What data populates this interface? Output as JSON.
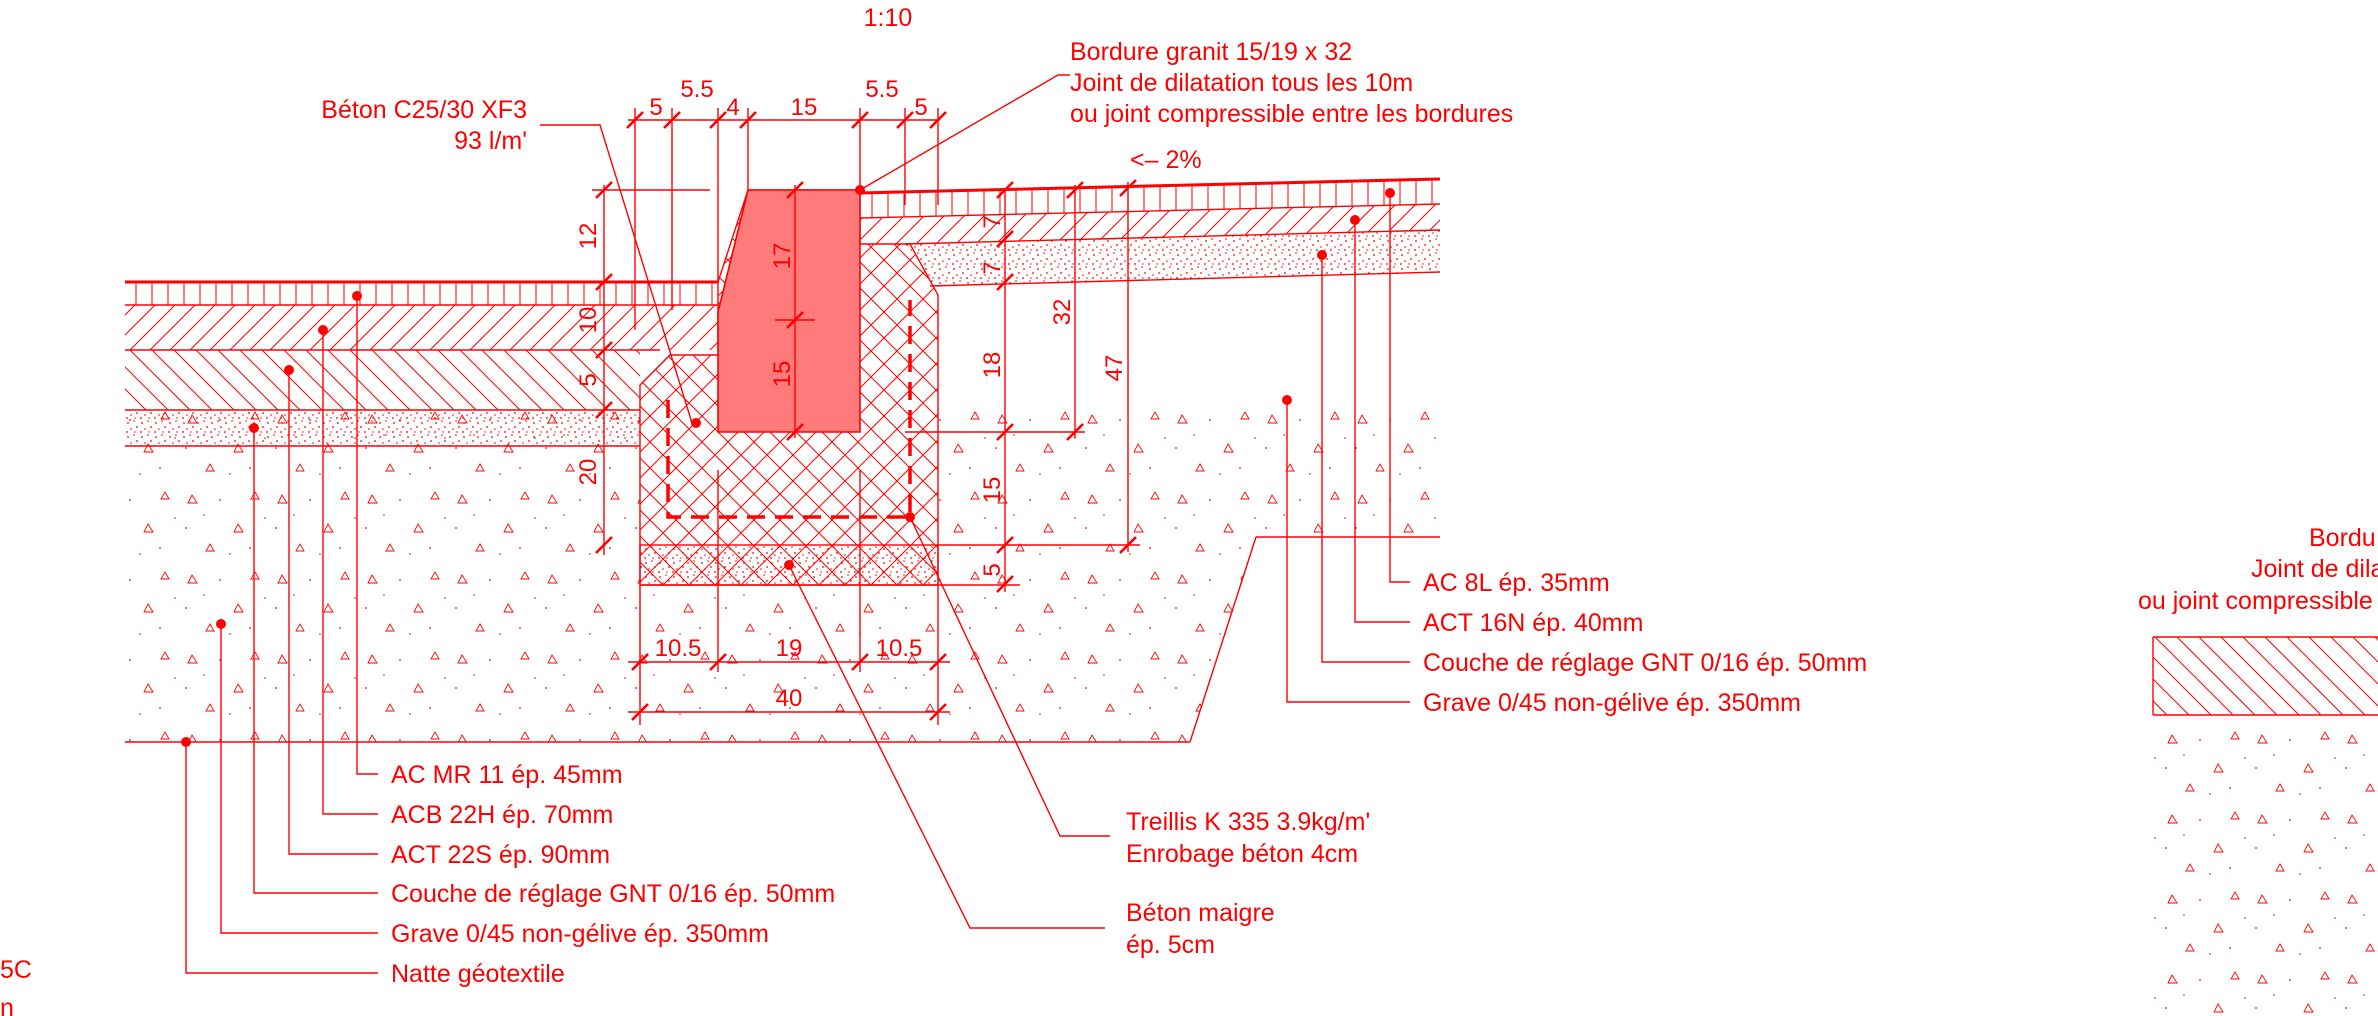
{
  "scale": "1:10",
  "colors": {
    "line": "#ff0000",
    "curb_fill": "#ff7b7b",
    "paper": "#ffffff"
  },
  "curb_label": {
    "line1": "Bordure granit 15/19 x 32",
    "line2": "Joint de dilatation tous les 10m",
    "line3": "ou joint compressible entre les bordures"
  },
  "concrete_label": {
    "line1": "Béton C25/30 XF3",
    "line2": "93 l/m'"
  },
  "slope": "<–  2%",
  "top_dims": [
    "5",
    "5.5",
    "4",
    "15",
    "5.5",
    "5"
  ],
  "left_dims": [
    "12",
    "10",
    "5",
    "20"
  ],
  "curb_dims": [
    "17",
    "15"
  ],
  "right_dims": [
    "7",
    "7",
    "32",
    "18",
    "47",
    "15",
    "5"
  ],
  "bottom_dims": [
    "10.5",
    "19",
    "10.5",
    "40"
  ],
  "right_layers": [
    "AC 8L ép. 35mm",
    "ACT 16N ép. 40mm",
    "Couche de réglage GNT 0/16 ép. 50mm",
    "Grave 0/45 non-gélive ép. 350mm"
  ],
  "left_layers": [
    "AC MR 11 ép. 45mm",
    "ACB 22H ép. 70mm",
    "ACT 22S ép. 90mm",
    "Couche de réglage GNT 0/16 ép. 50mm",
    "Grave 0/45 non-gélive ép. 350mm",
    "Natte géotextile"
  ],
  "mesh_label": {
    "line1": "Treillis K 335 3.9kg/m'",
    "line2": "Enrobage béton 4cm"
  },
  "lean_label": {
    "line1": "Béton maigre",
    "line2": "ép. 5cm"
  },
  "cut_left": {
    "line1": "5C",
    "line2": "n"
  },
  "cut_right": {
    "line1": "Bordu",
    "line2": "Joint de dila",
    "line3": "ou joint compressible"
  }
}
